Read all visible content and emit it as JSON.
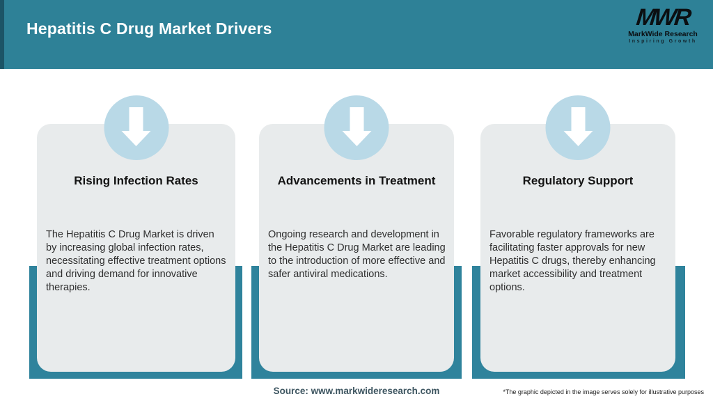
{
  "header": {
    "title": "Hepatitis C Drug Market Drivers"
  },
  "logo": {
    "monogram": "MWR",
    "name": "MarkWide Research",
    "tagline": "Inspiring Growth"
  },
  "cards": [
    {
      "icon": "down-arrow-icon",
      "title": "Rising Infection Rates",
      "body": "The Hepatitis C Drug Market is driven by increasing global infection rates, necessitating effective treatment options and driving demand for innovative therapies."
    },
    {
      "icon": "down-arrow-icon",
      "title": "Advancements in Treatment",
      "body": "Ongoing research and development in the Hepatitis C Drug Market are leading to the introduction of more effective and safer antiviral medications."
    },
    {
      "icon": "down-arrow-icon",
      "title": "Regulatory Support",
      "body": "Favorable regulatory frameworks are facilitating faster approvals for new Hepatitis C drugs, thereby enhancing market accessibility and treatment options."
    }
  ],
  "footer": {
    "source": "Source: www.markwideresearch.com",
    "disclaimer": "*The graphic depicted in the image serves solely for illustrative purposes"
  },
  "colors": {
    "header_teal": "#2e8197",
    "accent_stripe": "#1c5466",
    "backing_teal": "#2f839c",
    "card_background": "#e8ebec",
    "icon_circle_blue": "#b9d9e7",
    "arrow_white": "#ffffff",
    "source_text": "#3d5560"
  }
}
